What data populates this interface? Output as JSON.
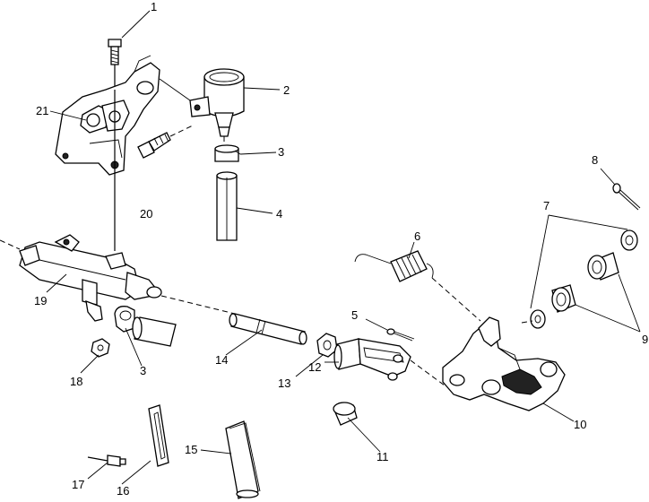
{
  "callouts": {
    "c1": "1",
    "c2": "2",
    "c3": "3",
    "c3b": "3",
    "c4": "4",
    "c5": "5",
    "c6": "6",
    "c7": "7",
    "c8": "8",
    "c9": "9",
    "c10": "10",
    "c11": "11",
    "c12": "12",
    "c13": "13",
    "c14": "14",
    "c15": "15",
    "c16": "16",
    "c17": "17",
    "c18": "18",
    "c19": "19",
    "c20": "20",
    "c21": "21"
  }
}
